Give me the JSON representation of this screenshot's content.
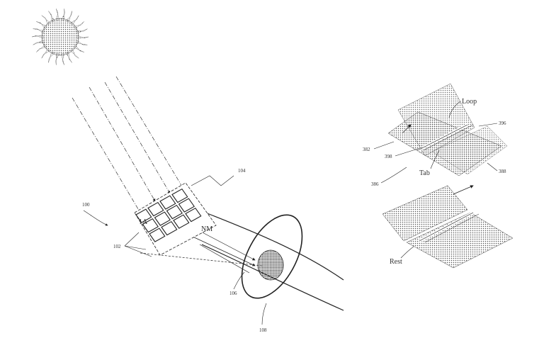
{
  "labels": {
    "ref_100": "100",
    "ref_102": "102",
    "ref_104": "104",
    "ref_106": "106",
    "ref_108": "108",
    "ref_382": "382",
    "ref_386": "386",
    "ref_396": "396",
    "ref_398": "398",
    "ref_388": "388",
    "cell_1a": "1A",
    "cell_nm": "NM",
    "loop": "Loop",
    "tab": "Tab",
    "rest": "Rest"
  },
  "colors": {
    "ink": "#222222",
    "dots": "#555555",
    "paper": "#ffffff"
  }
}
